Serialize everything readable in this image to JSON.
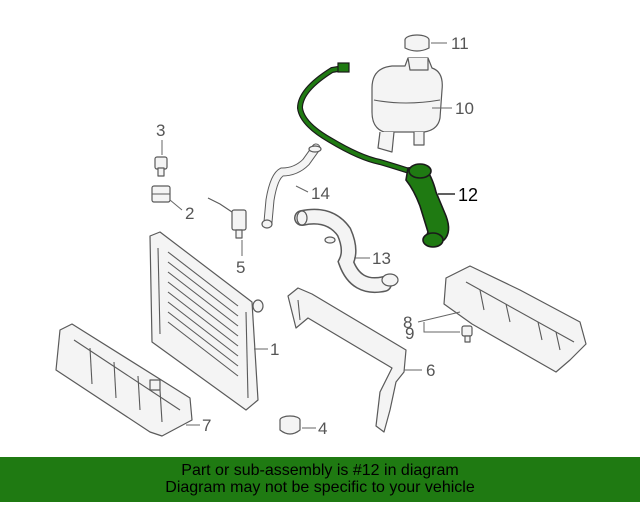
{
  "callouts": {
    "c1": "1",
    "c2": "2",
    "c3": "3",
    "c4": "4",
    "c5": "5",
    "c6": "6",
    "c7": "7",
    "c8": "8",
    "c9": "9",
    "c10": "10",
    "c11": "11",
    "c12": "12",
    "c13": "13",
    "c14": "14"
  },
  "highlight": {
    "part_number": "12",
    "color": "#1f7a12"
  },
  "footer": {
    "line1": "Part or sub-assembly is #12 in diagram",
    "line2": "Diagram may not be specific to your vehicle",
    "background": "#1f7a12"
  }
}
